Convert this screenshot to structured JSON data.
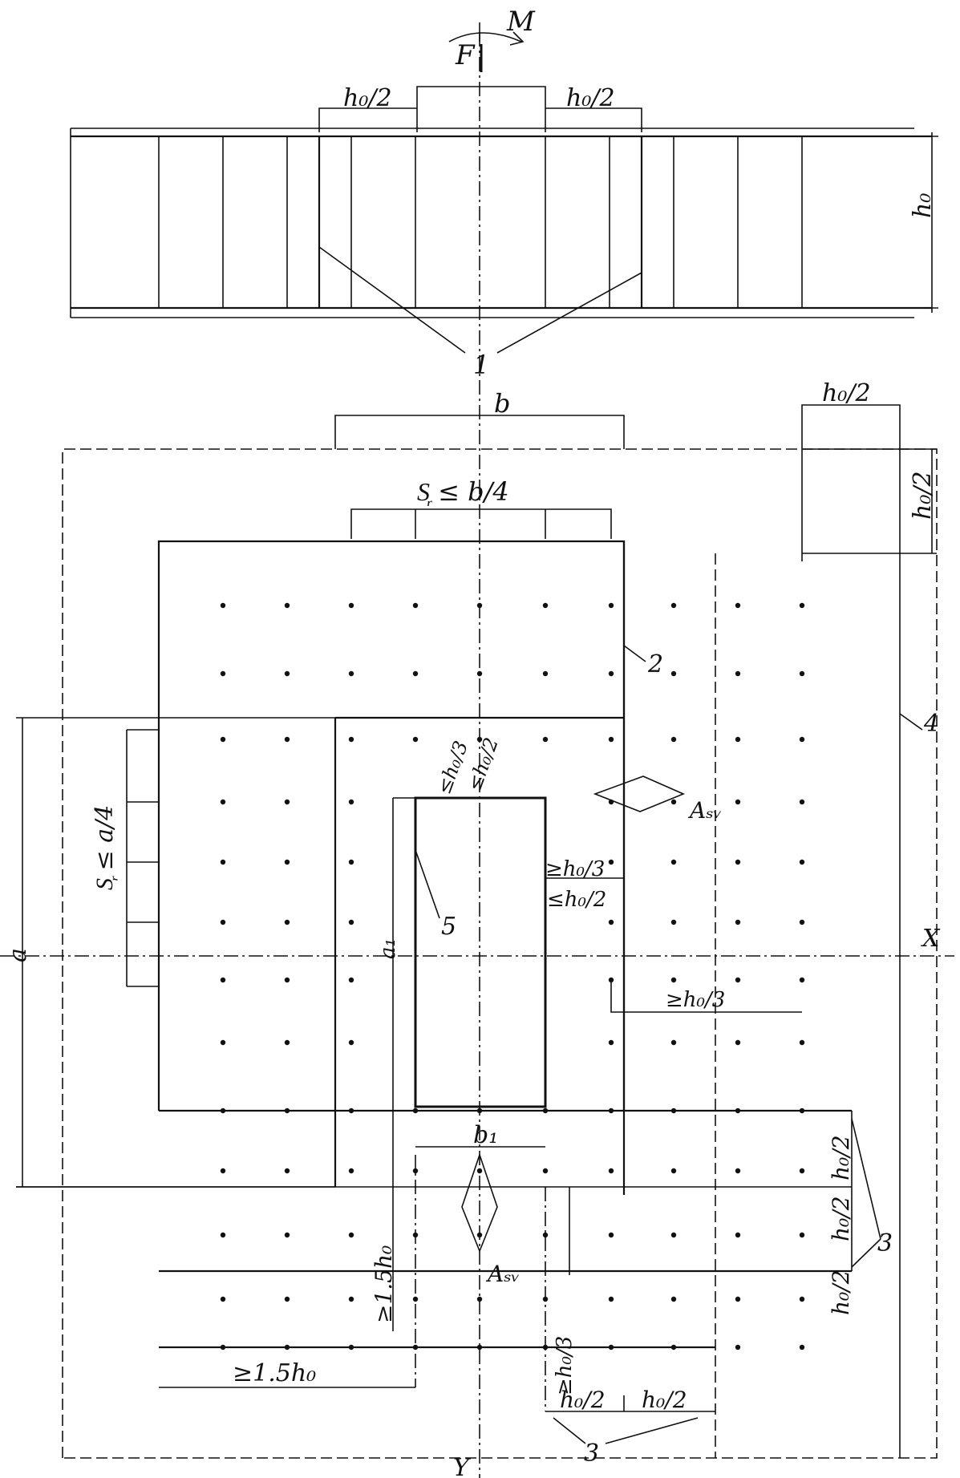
{
  "load": {
    "force": "F",
    "moment": "M"
  },
  "section": {
    "depth": "h₀",
    "left_offset": "h₀/2",
    "right_offset": "h₀/2",
    "stirrup_marker": "1"
  },
  "plan": {
    "width_b": "b",
    "top_right_width": "h₀/2",
    "top_right_height": "h₀/2",
    "stirrup_spacing_top": "S᷊ ≤ b/4",
    "stirrup_spacing_left": "S᷊ ≤ a/4",
    "marker_2": "2",
    "marker_4": "4",
    "marker_5": "5",
    "marker_3_right": "3",
    "marker_3_bottom": "3",
    "dim_a": "a",
    "dim_a_inner": "a₁",
    "dim_b_inner": "b₁",
    "axis_x": "X",
    "axis_y": "Y",
    "rebar_label_right": "Aₛᵥ",
    "rebar_label_bottom": "Aₛᵥ",
    "gap_top_1": "≤h₀/3",
    "gap_top_2": "≤h₀/2",
    "gap_side_1": "≥h₀/3",
    "gap_side_2": "≤h₀/2",
    "gap_right": "≥h₀/3",
    "right_band_1": "h₀/2",
    "right_band_2": "h₀/2",
    "right_band_3": "h₀/2",
    "anchor_left": "≥1.5h₀",
    "anchor_bottom_left": "≥1.5h₀",
    "anchor_bottom_mid": "≥h₀/3",
    "bottom_band_1": "h₀/2",
    "bottom_band_2": "h₀/2"
  }
}
